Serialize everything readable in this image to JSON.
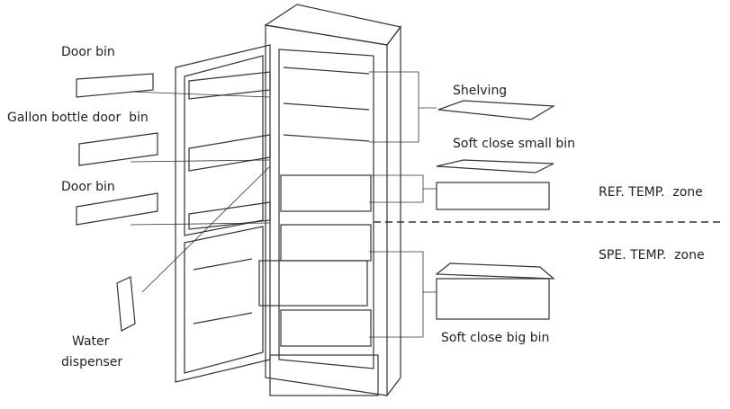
{
  "labels": {
    "door_bin_top": "Door bin",
    "gallon_bin": "Gallon bottle door  bin",
    "door_bin_bottom": "Door bin",
    "water_line1": "Water",
    "water_line2": "dispenser",
    "shelving": "Shelving",
    "small_bin": "Soft close small bin",
    "ref_zone": "REF. TEMP.  zone",
    "spe_zone": "SPE. TEMP.  zone",
    "big_bin": "Soft close big bin"
  }
}
